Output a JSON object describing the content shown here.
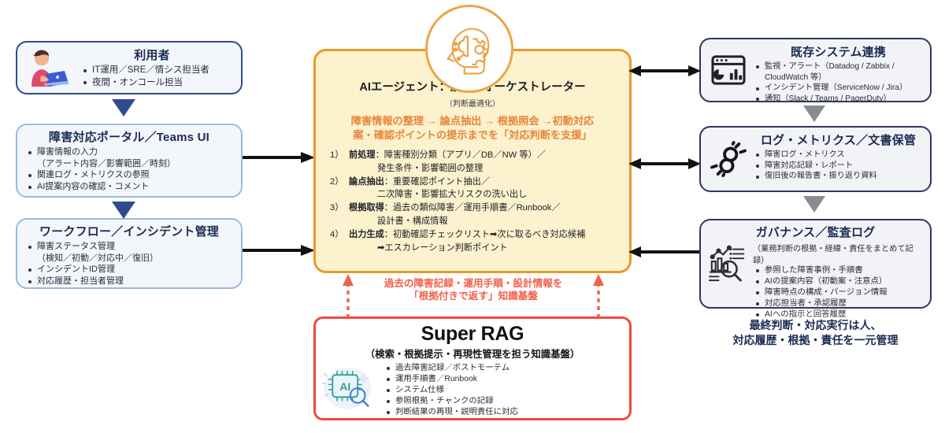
{
  "left_column": {
    "boxes": [
      {
        "id": "user",
        "title": "利用者",
        "icon": "person-laptop-icon",
        "bullets": [
          "IT運用／SRE／情シス担当者",
          "夜間・オンコール担当"
        ]
      },
      {
        "id": "portal",
        "title": "障害対応ポータル／Teams UI",
        "bullets": [
          "障害情報の入力",
          "（アラート内容／影響範囲／時刻）",
          "関連ログ・メトリクスの参照",
          "AI提案内容の確認・コメント"
        ]
      },
      {
        "id": "workflow",
        "title": "ワークフロー／インシデント管理",
        "bullets": [
          "障害ステータス管理",
          "（検知／初動／対応中／復旧）",
          "インシデントID管理",
          "対応履歴・担当者管理"
        ]
      }
    ]
  },
  "center": {
    "badge_icon": "ai-head-brain-icon",
    "title": "AIエージェント：統括 / オーケストレーター",
    "subtitle": "（判断最適化）",
    "lead_line1": "障害情報の整理 → 論点抽出 → 根拠照会 →初動対応",
    "lead_line2": "案・確認ポイントの提示までを「対応判断を支援」",
    "steps": [
      {
        "num": "1）",
        "name": "前処理",
        "sep": "：",
        "body": "障害種別分類（アプリ／DB／NW 等）／",
        "cont": "発生条件・影響範囲の整理"
      },
      {
        "num": "2）",
        "name": "論点抽出",
        "sep": "：",
        "body": "重要確認ポイント抽出／",
        "cont": "二次障害・影響拡大リスクの洗い出し"
      },
      {
        "num": "3）",
        "name": "根拠取得",
        "sep": "：",
        "body": "過去の類似障害／運用手順書／Runbook／",
        "cont": "設計書・構成情報"
      },
      {
        "num": "4）",
        "name": "出力生成",
        "sep": "：",
        "body": "初動確認チェックリスト➡次に取るべき対応候補",
        "cont": "➡エスカレーション判断ポイント"
      }
    ]
  },
  "rag_link_label": {
    "line1": "過去の障害記録・運用手順・設計情報を",
    "line2": "「根拠付きで返す」知識基盤"
  },
  "super_rag": {
    "title": "Super RAG",
    "subtitle": "（検索・根拠提示・再現性管理を担う知識基盤）",
    "icon": "ai-chip-magnifier-icon",
    "bullets": [
      "過去障害記録／ポストモーテム",
      "運用手順書／Runbook",
      "システム仕様",
      "参照根拠・チャンクの記録",
      "判断結果の再現・説明責任に対応"
    ]
  },
  "right_column": {
    "boxes": [
      {
        "id": "sys",
        "title": "既存システム連携",
        "icon": "dashboard-chart-icon",
        "bullets": [
          "監視・アラート（Datadog / Zabbix /",
          "CloudWatch 等）",
          "インシデント管理（ServiceNow / Jira）",
          "通知（Slack / Teams / PagerDuty）"
        ]
      },
      {
        "id": "log",
        "title": "ログ・メトリクス／文書保管",
        "icon": "chain-link-icon",
        "bullets": [
          "障害ログ・メトリクス",
          "障害対応記録・レポート",
          "復旧後の報告書・振り返り資料"
        ]
      },
      {
        "id": "gov",
        "title": "ガバナンス／監査ログ",
        "icon": "audit-chart-magnifier-icon",
        "note": "（業務判断の根拠・経緯・責任をまとめて記録）",
        "bullets": [
          "参照した障害事例・手順書",
          "AIの提案内容（初動案・注意点）",
          "障害時点の構成・バージョン情報",
          "対応担当者・承認履歴",
          "AIへの指示と回答履歴"
        ]
      }
    ]
  },
  "bottom_note": {
    "line1": "最終判断・対応実行は人、",
    "line2": "対応履歴・根拠・責任を一元管理"
  },
  "colors": {
    "center_fill": "#fcf2cd",
    "center_border": "#e89a2b",
    "accent_orange": "#e8863a",
    "rag_border": "#f04b3c",
    "rag_label": "#f0614a",
    "left_border": "#2f4b8f",
    "right_border": "#2e3a5c",
    "left_triangle": "#2f4b8f",
    "right_triangle": "#8a8a93",
    "arrow_black": "#111111"
  }
}
